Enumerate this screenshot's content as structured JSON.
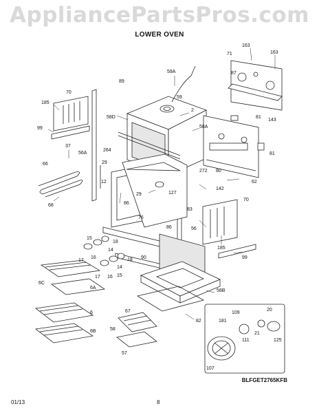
{
  "header": {
    "watermark": "AppliancePartsPros.com",
    "title": "LOWER OVEN"
  },
  "footer": {
    "model": "BLFGET2765KFB",
    "date": "01/13",
    "page": "8"
  },
  "callouts": {
    "c163a": "163",
    "c163b": "163",
    "c71": "71",
    "c87": "87",
    "c59a": "59A",
    "c89": "89",
    "c59": "59",
    "c2": "2",
    "c58d": "58D",
    "c58a": "58A",
    "c70a": "70",
    "c185a": "185",
    "c99a": "99",
    "c37": "37",
    "c56a": "56A",
    "c264": "264",
    "c29a": "29",
    "c12": "12",
    "c66": "66",
    "c68": "68",
    "c143": "143",
    "c81a": "81",
    "c81b": "81",
    "c272": "272",
    "c80": "80",
    "c142": "142",
    "c62": "62",
    "c86a": "86",
    "c29b": "29",
    "c127": "127",
    "c83": "83",
    "c76": "76",
    "c86b": "86",
    "c56": "56",
    "c70b": "70",
    "c185b": "185",
    "c99b": "99",
    "c18a": "18",
    "c14a": "14",
    "c15a": "15",
    "c17a": "17",
    "c16a": "16",
    "c18b": "18",
    "c14b": "14",
    "c15b": "15",
    "c17b": "17",
    "c16b": "16",
    "c90": "90",
    "c6c": "6C",
    "c6a": "6A",
    "c6": "6",
    "c6b": "6B",
    "c58b": "58B",
    "c67": "67",
    "c58": "58",
    "c57": "57",
    "c82": "82",
    "c181": "181",
    "c109": "109",
    "c20": "20",
    "c21": "21",
    "c111": "111",
    "c125": "125",
    "c107": "107"
  }
}
